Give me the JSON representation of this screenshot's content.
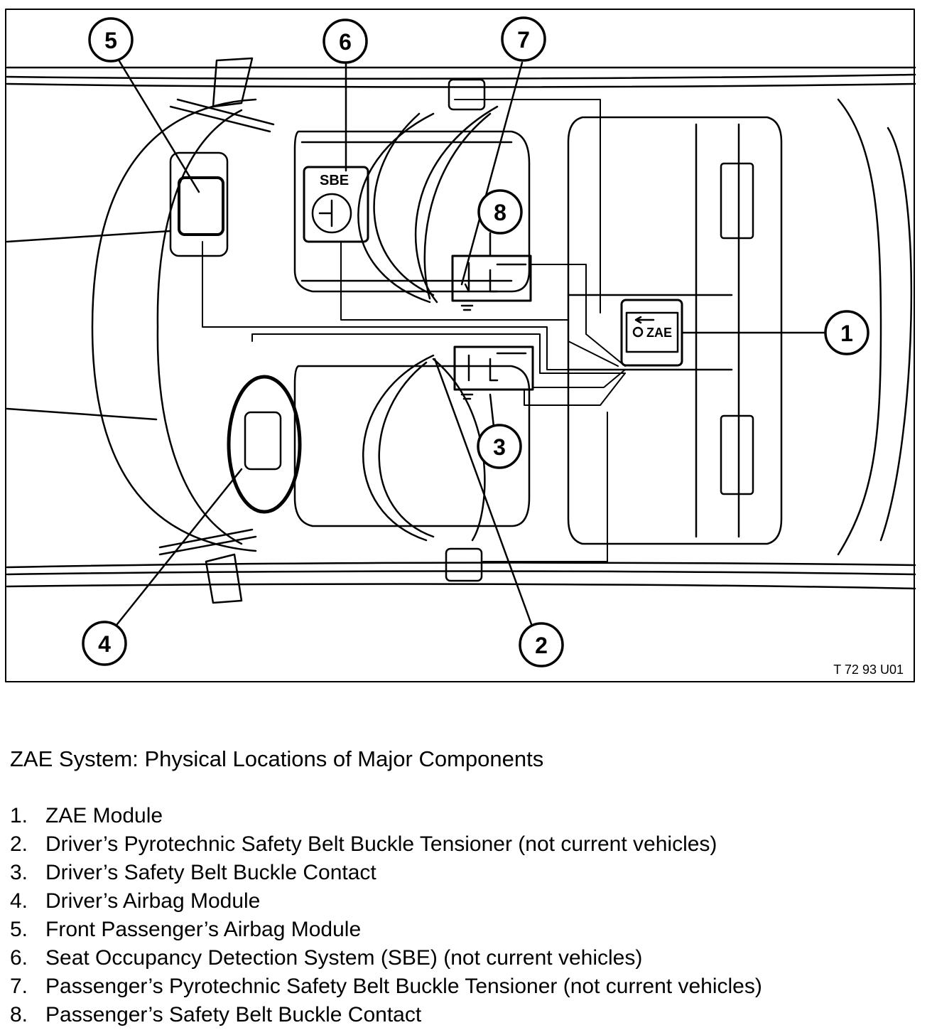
{
  "figure_code": "T 72 93 U01",
  "callouts": [
    "1",
    "2",
    "3",
    "4",
    "5",
    "6",
    "7",
    "8"
  ],
  "component_labels": {
    "sbe": "SBE",
    "zae": "ZAE"
  },
  "caption": "ZAE System:  Physical Locations of Major Components",
  "legend": [
    {
      "num": "1.",
      "text": "ZAE Module"
    },
    {
      "num": "2.",
      "text": "Driver’s Pyrotechnic Safety Belt Buckle Tensioner (not current vehicles)"
    },
    {
      "num": "3.",
      "text": "Driver’s Safety Belt Buckle Contact"
    },
    {
      "num": "4.",
      "text": "Driver’s Airbag Module"
    },
    {
      "num": "5.",
      "text": "Front Passenger’s Airbag Module"
    },
    {
      "num": "6.",
      "text": "Seat Occupancy Detection System (SBE) (not current vehicles)"
    },
    {
      "num": "7.",
      "text": "Passenger’s Pyrotechnic Safety Belt Buckle Tensioner (not current vehicles)"
    },
    {
      "num": "8.",
      "text": "Passenger’s Safety Belt Buckle Contact"
    }
  ]
}
